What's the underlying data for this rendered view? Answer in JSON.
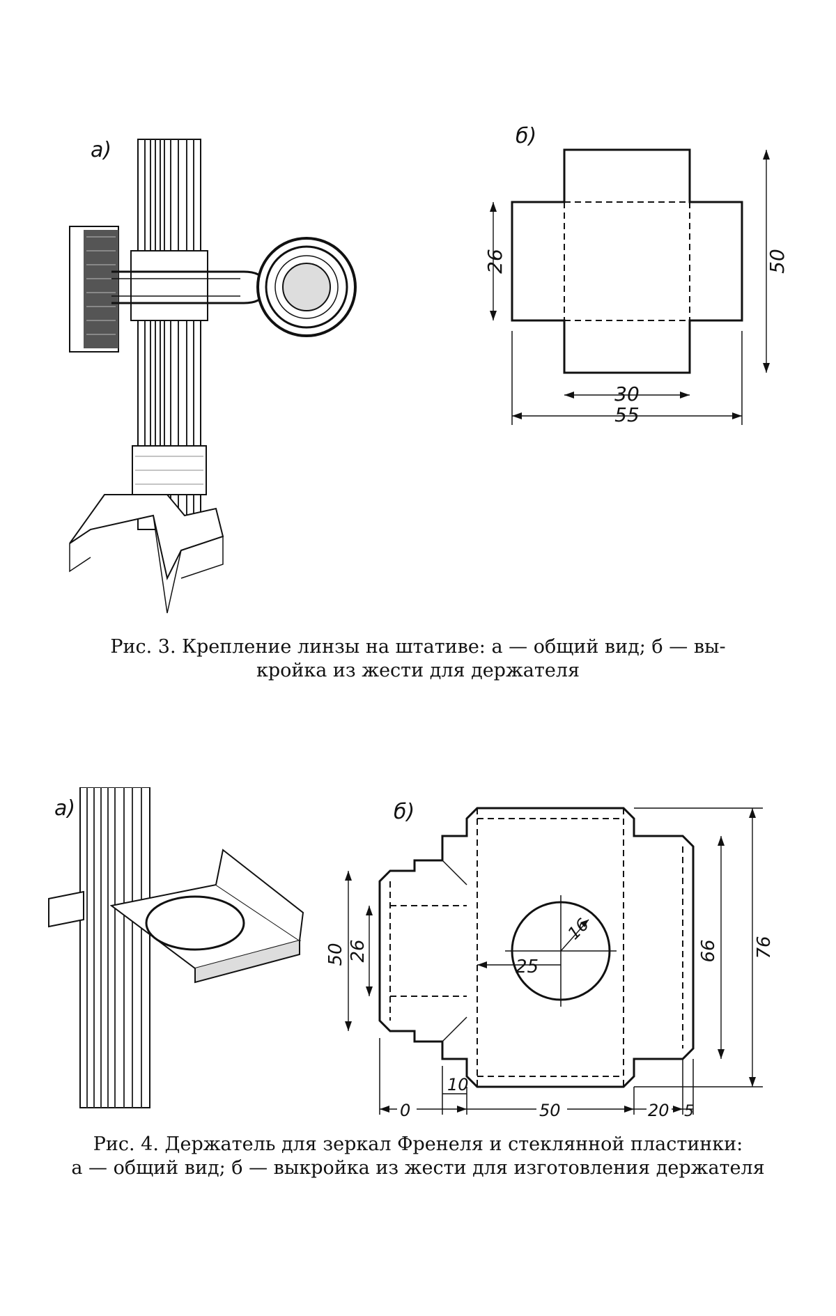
{
  "figure3": {
    "label_a": "а)",
    "label_b": "б)",
    "dims": {
      "d26": "26",
      "d50": "50",
      "d30": "30",
      "d55": "55"
    },
    "caption_line1": "Рис. 3. Крепление линзы на штативе: а — общий вид; б — вы-",
    "caption_line2": "кройка из жести для держателя"
  },
  "figure4": {
    "label_a": "а)",
    "label_b": "б)",
    "dims": {
      "d50": "50",
      "d26": "26",
      "d16": "16",
      "d25": "25",
      "d66": "66",
      "d76": "76",
      "d10": "10",
      "d0": "0",
      "d50b": "50",
      "d20": "20",
      "d5": "5"
    },
    "caption_line1": "Рис. 4. Держатель для зеркал Френеля и стеклянной пластинки:",
    "caption_line2": "а — общий вид; б — выкройка из жести для изготовления держателя"
  }
}
